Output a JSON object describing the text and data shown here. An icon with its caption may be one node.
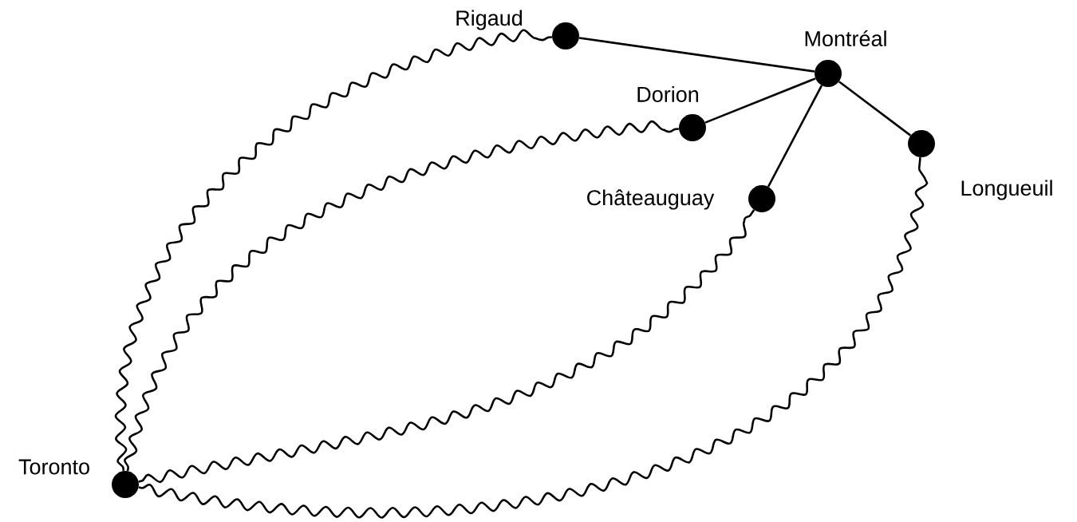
{
  "diagram": {
    "nodes": [
      {
        "text": [
          "Rigaud"
        ]
      },
      {
        "text": [
          "Montréal"
        ]
      },
      {
        "text": [
          "Dorion"
        ]
      },
      {
        "text": [
          "Châteauguay"
        ]
      },
      {
        "text": [
          "Longueuil"
        ]
      },
      {
        "text": [
          "Toronto"
        ]
      }
    ],
    "edges": [
      {
        "from": 0,
        "to": 1,
        "arrow": "none"
      },
      {
        "from": 2,
        "to": 1,
        "arrow": "none"
      },
      {
        "from": 3,
        "to": 1,
        "arrow": "none"
      },
      {
        "from": 4,
        "to": 1,
        "arrow": "none"
      },
      {
        "from": 5,
        "to": 0,
        "arrow": "none"
      },
      {
        "from": 5,
        "to": 2,
        "arrow": "none"
      },
      {
        "from": 5,
        "to": 3,
        "arrow": "none"
      },
      {
        "from": 5,
        "to": 4,
        "arrow": "none"
      }
    ]
  }
}
